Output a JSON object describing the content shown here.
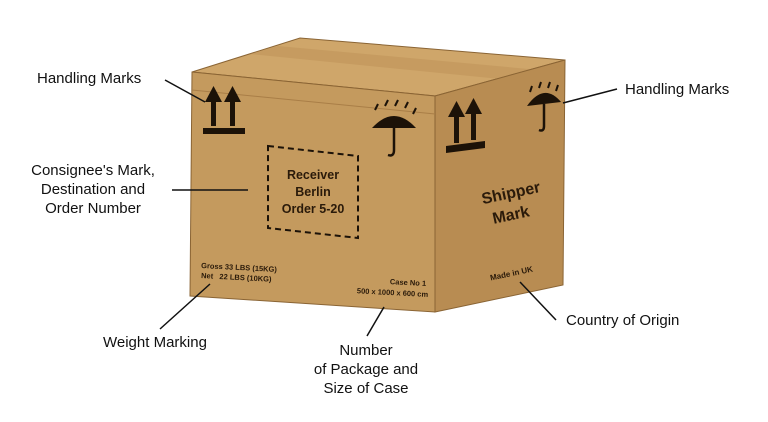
{
  "labels": {
    "handling_left": "Handling Marks",
    "handling_right": "Handling Marks",
    "consignee": [
      "Consignee's Mark,",
      "Destination and",
      "Order Number"
    ],
    "weight": "Weight Marking",
    "package": [
      "Number",
      "of Package and",
      "Size of Case"
    ],
    "origin": "Country of Origin"
  },
  "box": {
    "receiver_lines": [
      "Receiver",
      "Berlin",
      "Order 5-20"
    ],
    "shipper_lines": [
      "Shipper",
      "Mark"
    ],
    "gross": "Gross 33 LBS (15KG)",
    "net": "Net   22 LBS (10KG)",
    "case_no": "Case No 1",
    "case_size": "500 x 1000 x 600 cm",
    "origin": "Made in UK"
  },
  "colors": {
    "front": "#c49a5e",
    "side": "#b88c52",
    "top": "#cfa66a",
    "tape": "#bf955a",
    "ink": "#1c1208",
    "leader": "#111111"
  }
}
